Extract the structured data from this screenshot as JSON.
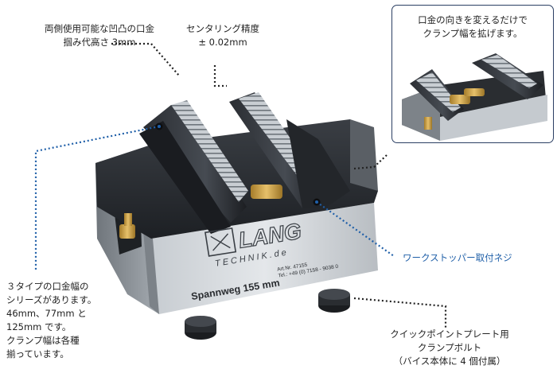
{
  "callouts": {
    "jaw_reversible": [
      "両側使用可能な凹凸の口金",
      "掴み代高さ 3mm"
    ],
    "centering_accuracy": [
      "センタリング精度",
      "± 0.02mm"
    ],
    "jaw_series": [
      "３タイプの口金幅の",
      "シリーズがあります。",
      "46mm、77mm と",
      "125mm です。",
      "クランプ幅は各種",
      "揃っています。"
    ],
    "work_stopper": "ワークストッパー取付ネジ",
    "quick_point": [
      "クイックポイントプレート用",
      "クランプボルト",
      "（バイス本体に 4 個付属）"
    ]
  },
  "inset": {
    "text": [
      "口金の向きを変えるだけで",
      "クランプ幅を拡げます。"
    ]
  },
  "vise_plate": {
    "brand": "LANG",
    "brand_sub": "TECHNIK.de",
    "art_nr": "Art.Nr. 47155",
    "tel": "Tel.: +49 (0) 7158 - 9038 0",
    "model": "Spannweg 155 mm"
  },
  "colors": {
    "accent_blue": "#1f5fa8",
    "body_gray": "#9aa0a6",
    "dark_metal": "#2a2d31",
    "brass": "#c9a24a"
  }
}
